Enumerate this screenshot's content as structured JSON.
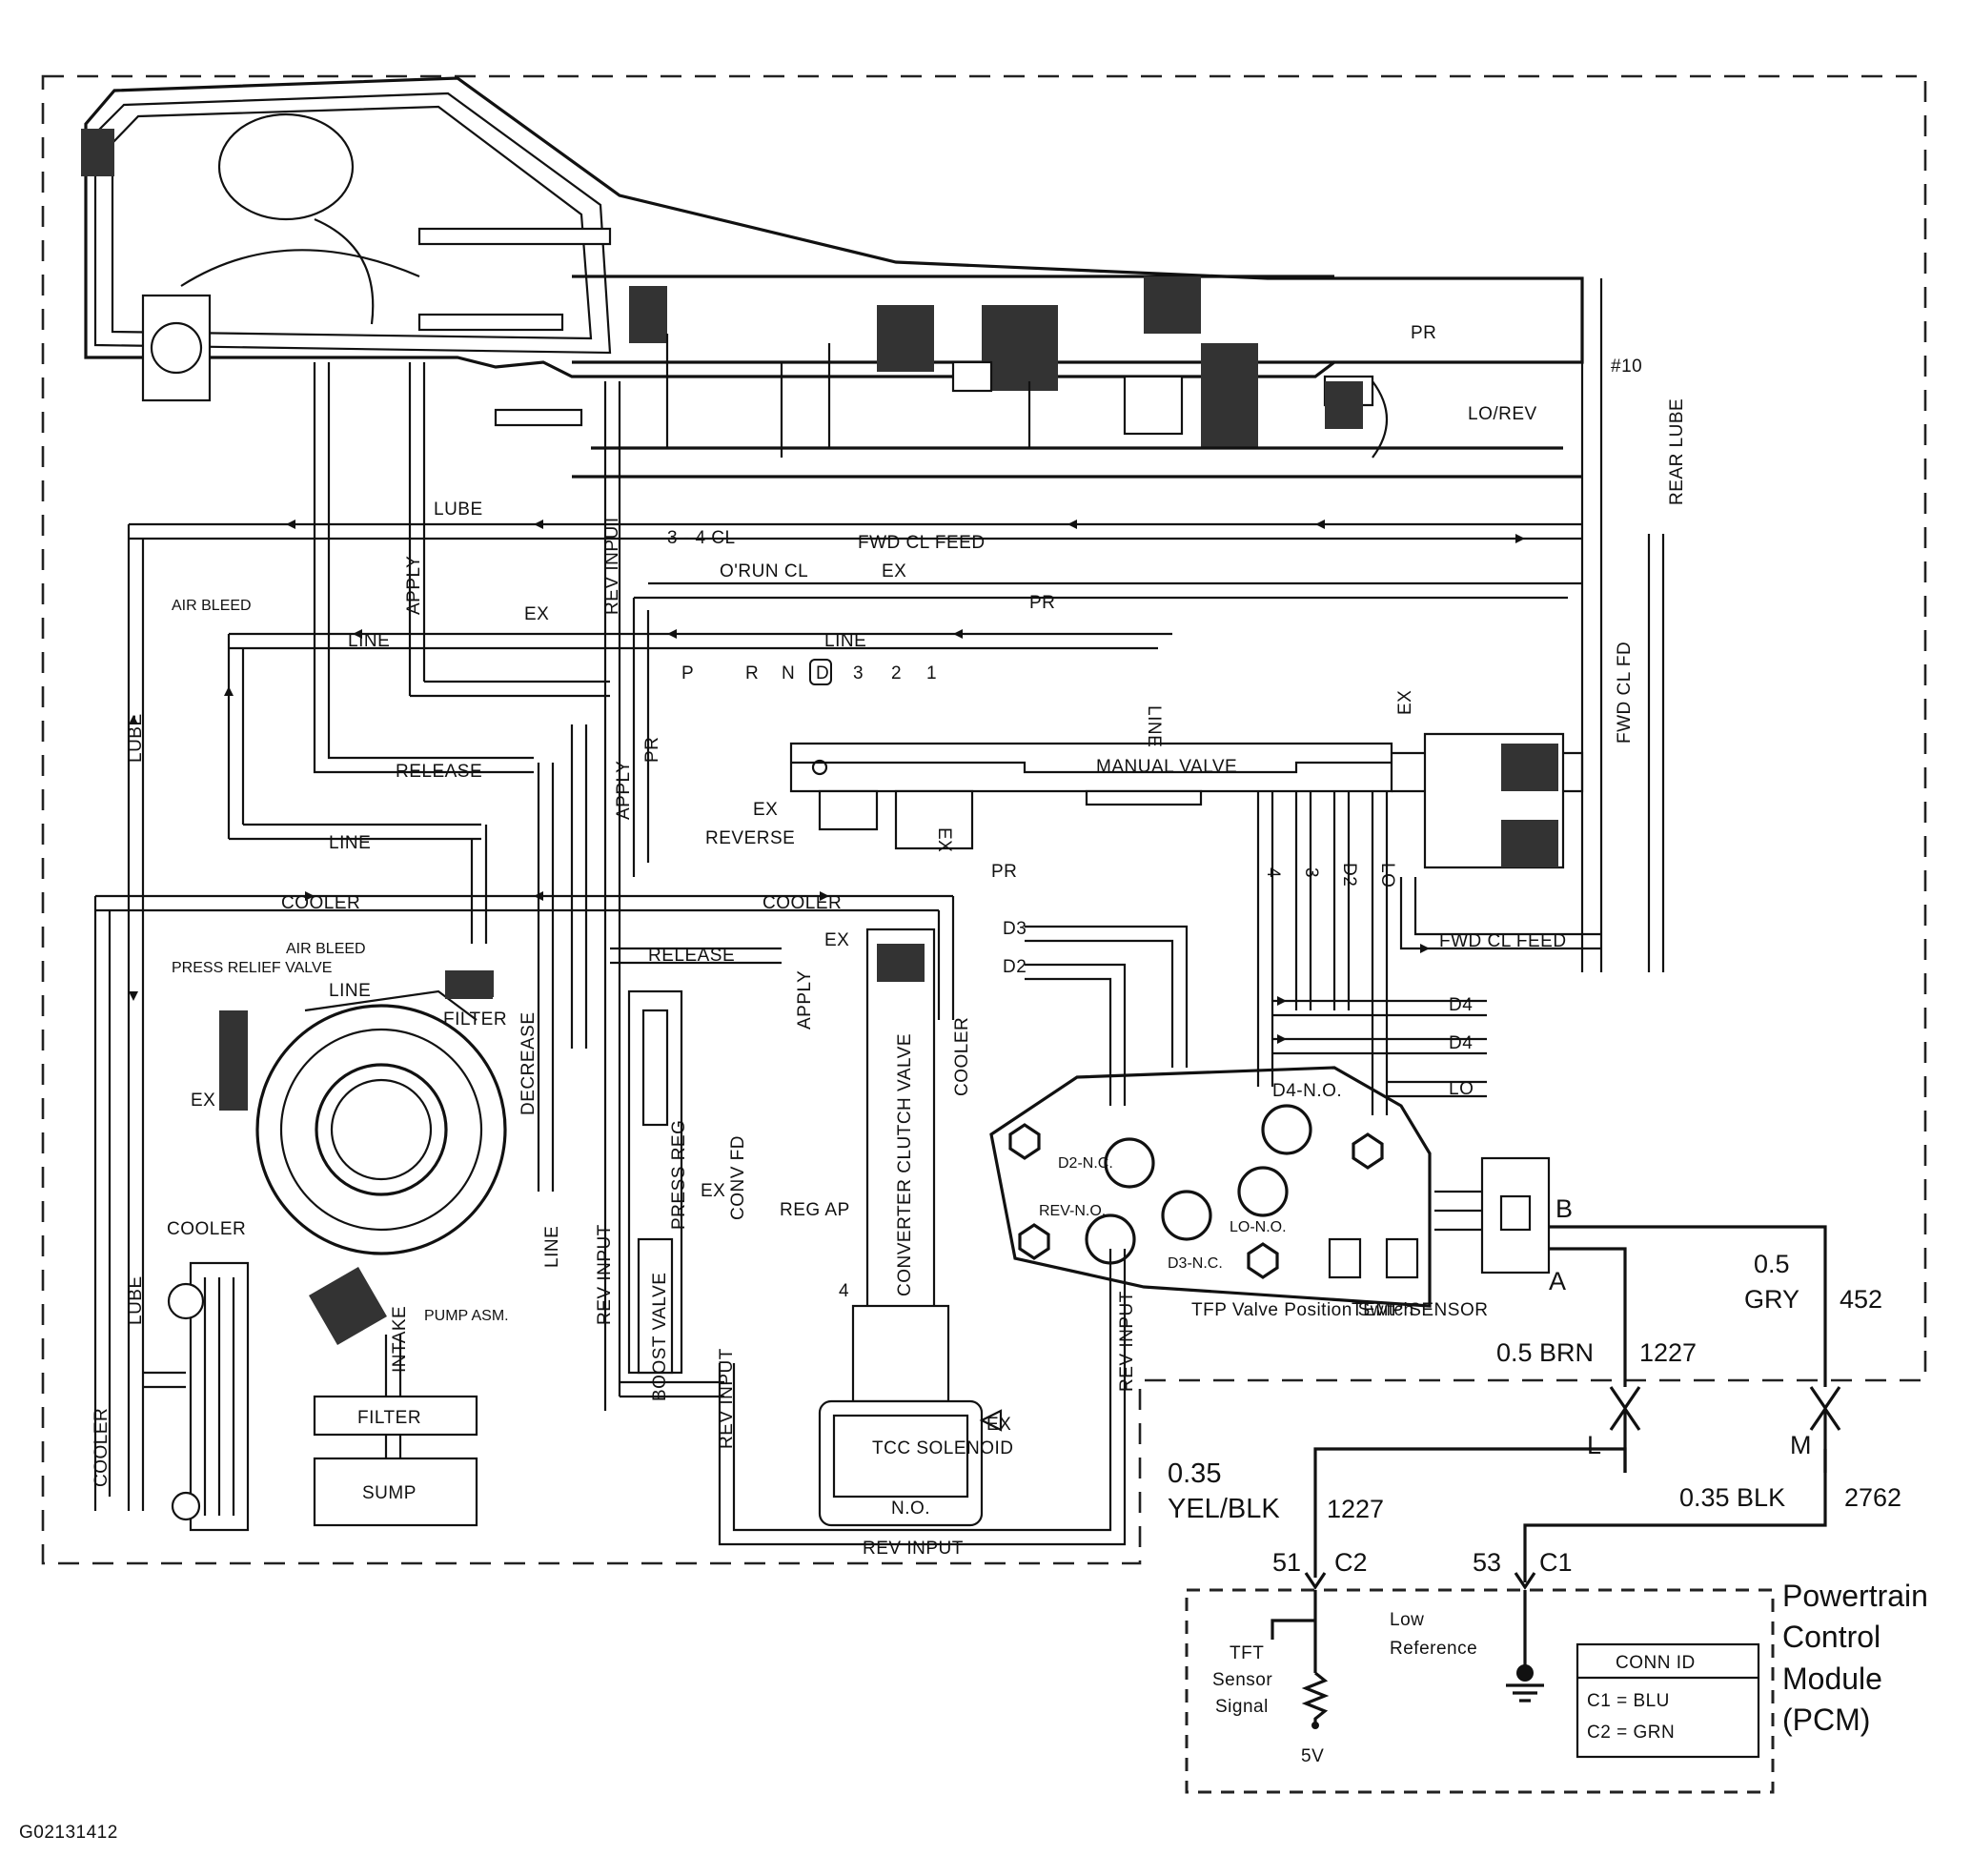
{
  "figure_id": "G02131412",
  "hydraulic_labels": {
    "pr": "PR",
    "check_ball_10": "#10",
    "lo_rev": "LO/REV",
    "rear_lube": "REAR LUBE",
    "lube": "LUBE",
    "apply": "APPLY",
    "rev_input": "REV INPUT",
    "cl_3_4": "3 - 4 CL",
    "fwd_cl_feed": "FWD CL FEED",
    "orun_cl": "O'RUN CL",
    "ex": "EX",
    "air_bleed": "AIR BLEED",
    "line": "LINE",
    "release": "RELEASE",
    "cooler": "COOLER",
    "fwd_cl_fd": "FWD CL FD",
    "manual_valve": "MANUAL VALVE",
    "reverse": "REVERSE",
    "d3": "D3",
    "d2": "D2",
    "d4": "D4",
    "lo": "LO",
    "press_relief_valve": "PRESS RELIEF VALVE",
    "filter": "FILTER",
    "decrease": "DECREASE",
    "press_reg": "PRESS REG",
    "conv_fd": "CONV FD",
    "reg_ap": "REG AP",
    "converter_clutch_valve": "CONVERTER CLUTCH VALVE",
    "check_4": "4",
    "boost_valve": "BOOST VALVE",
    "pump_asm": "PUMP ASM.",
    "intake": "INTAKE",
    "sump": "SUMP",
    "tcc_solenoid": "TCC SOLENOID",
    "n_o": "N.O.",
    "d2_nc": "D2-N.C.",
    "rev_no": "REV-N.O.",
    "d3_nc": "D3-N.C.",
    "lo_no": "LO-N.O.",
    "d4_no": "D4-N.O.",
    "temp_sensor": "TEMP SENSOR",
    "tfp_switch": "TFP Valve Position Switch",
    "manual_ports": [
      "4",
      "3",
      "D2",
      "LO"
    ],
    "gear_positions": [
      "P",
      "R",
      "N",
      "D",
      "3",
      "2",
      "1"
    ]
  },
  "wiring": {
    "pin_b": "B",
    "pin_a": "A",
    "wire_gry_size": "0.5",
    "wire_gry_color": "GRY",
    "wire_gry_circuit": "452",
    "wire_brn": "0.5 BRN",
    "wire_brn_circuit": "1227",
    "conn_l": "L",
    "conn_m": "M",
    "wire_yel_size": "0.35",
    "wire_yel_color": "YEL/BLK",
    "wire_yel_circuit": "1227",
    "wire_blk": "0.35 BLK",
    "wire_blk_circuit": "2762",
    "pin_51": "51",
    "c2": "C2",
    "pin_53": "53",
    "c1": "C1"
  },
  "pcm": {
    "title_lines": [
      "Powertrain",
      "Control",
      "Module",
      "(PCM)"
    ],
    "tft_lines": [
      "TFT",
      "Sensor",
      "Signal"
    ],
    "low_ref_lines": [
      "Low",
      "Reference"
    ],
    "five_v": "5V",
    "conn_id_title": "CONN ID",
    "conn_c1": "C1 = BLU",
    "conn_c2": "C2 = GRN"
  }
}
